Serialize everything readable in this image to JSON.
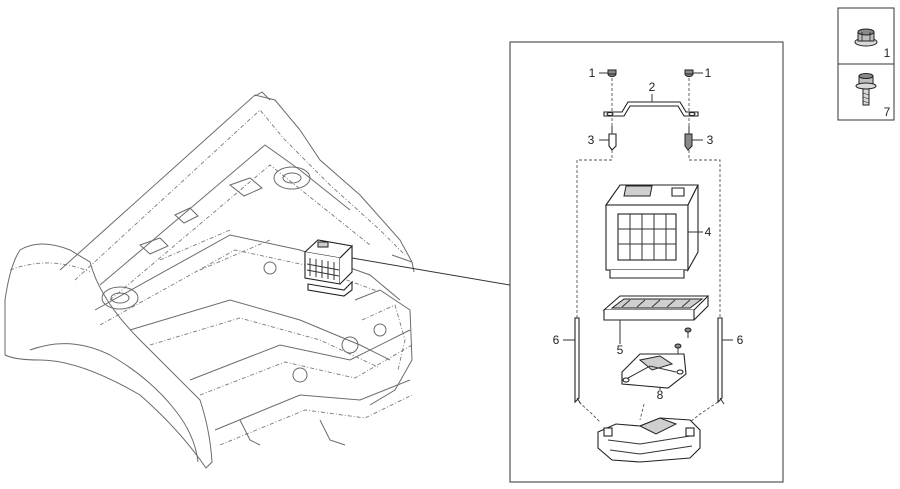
{
  "detail_callouts": [
    {
      "id": "c1a",
      "text": "1"
    },
    {
      "id": "c1b",
      "text": "1"
    },
    {
      "id": "c2",
      "text": "2"
    },
    {
      "id": "c3a",
      "text": "3"
    },
    {
      "id": "c3b",
      "text": "3"
    },
    {
      "id": "c4",
      "text": "4"
    },
    {
      "id": "c5",
      "text": "5"
    },
    {
      "id": "c6a",
      "text": "6"
    },
    {
      "id": "c6b",
      "text": "6"
    },
    {
      "id": "c8",
      "text": "8"
    }
  ],
  "legend": [
    {
      "text": "1",
      "icon": "flange-nut-icon"
    },
    {
      "text": "7",
      "icon": "flange-bolt-icon"
    }
  ],
  "colors": {
    "line": "#333333",
    "background": "#ffffff",
    "fill_grey": "#cfcfcf"
  }
}
